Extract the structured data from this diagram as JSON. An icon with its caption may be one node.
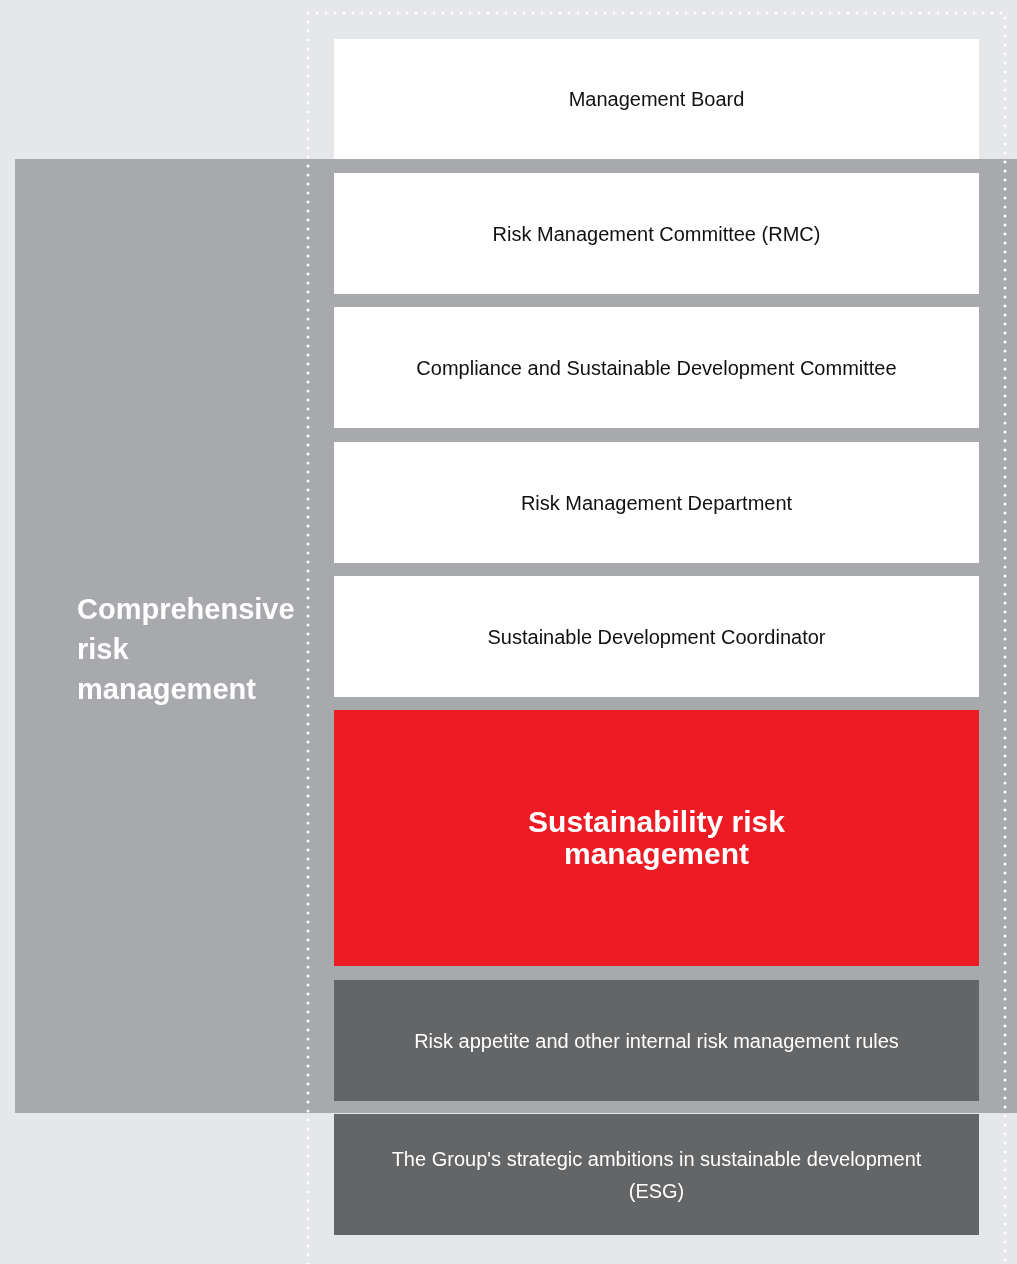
{
  "diagram": {
    "nodes": [
      {
        "text": [
          "Comprehensive risk management"
        ]
      },
      {
        "text": [
          "Management Board"
        ]
      },
      {
        "text": [
          "Risk Management Committee (RMC)"
        ],
        "in": 0
      },
      {
        "text": [
          "Compliance and Sustainable Development Committee"
        ],
        "in": 0
      },
      {
        "text": [
          "Risk Management Department"
        ],
        "in": 0
      },
      {
        "text": [
          "Sustainable Development Coordinator"
        ],
        "in": 0
      },
      {
        "text": [
          "Sustainability risk management"
        ],
        "in": 0
      },
      {
        "text": [
          "Risk appetite and other internal risk management rules"
        ],
        "in": 0
      },
      {
        "text": [
          "The Group's strategic ambitions in sustainable development (ESG)"
        ]
      }
    ],
    "edges": []
  }
}
